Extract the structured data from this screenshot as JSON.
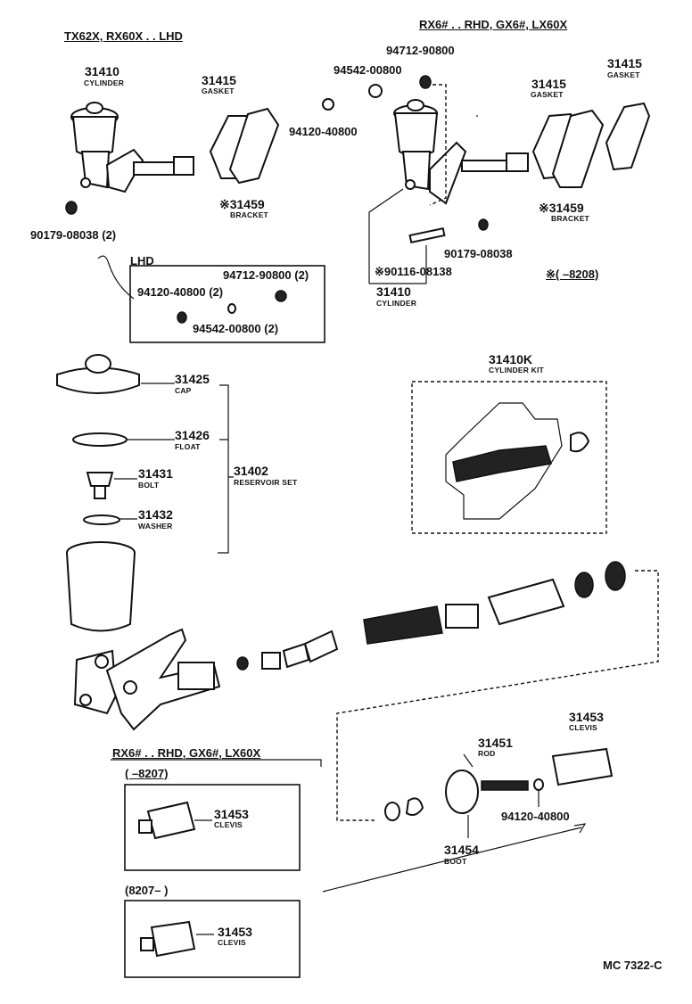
{
  "headers": {
    "top_left": "TX62X, RX60X . . LHD",
    "top_right": "RX6# . . RHD, GX6#, LX60X",
    "lhd": "LHD",
    "bottom_left": "RX6# . . RHD, GX6#, LX60X",
    "range_8207": "(          –8207)",
    "range_8207_from": "(8207–          )",
    "note_8208": "※(          –8208)"
  },
  "parts": {
    "cyl_l_num": "31410",
    "cyl_l_name": "CYLINDER",
    "gasket_l_num": "31415",
    "gasket_l_name": "GASKET",
    "bracket_l_num": "※31459",
    "bracket_l_name": "BRACKET",
    "nut_l": "90179-08038 (2)",
    "p94712": "94712-90800",
    "p94542": "94542-00800",
    "p94120": "94120-40800",
    "gasket_r1_num": "31415",
    "gasket_r1_name": "GASKET",
    "gasket_r2_num": "31415",
    "gasket_r2_name": "GASKET",
    "bracket_r_num": "※31459",
    "bracket_r_name": "BRACKET",
    "nut_r": "90179-08038",
    "stud_r": "※90116-08138",
    "cyl_r_num": "31410",
    "cyl_r_name": "CYLINDER",
    "lhd_94712": "94712-90800  (2)",
    "lhd_94120": "94120-40800  (2)",
    "lhd_94542": "94542-00800  (2)",
    "cap_num": "31425",
    "cap_name": "CAP",
    "float_num": "31426",
    "float_name": "FLOAT",
    "bolt_num": "31431",
    "bolt_name": "BOLT",
    "washer_num": "31432",
    "washer_name": "WASHER",
    "reservoir_num": "31402",
    "reservoir_name": "RESERVOIR SET",
    "kit_num": "31410K",
    "kit_name": "CYLINDER KIT",
    "clevis_r_num": "31453",
    "clevis_r_name": "CLEVIS",
    "rod_num": "31451",
    "rod_name": "ROD",
    "nut_rod": "94120-40800",
    "boot_num": "31454",
    "boot_name": "BOOT",
    "clevis_a_num": "31453",
    "clevis_a_name": "CLEVIS",
    "clevis_b_num": "31453",
    "clevis_b_name": "CLEVIS"
  },
  "footer": {
    "code": "MC 7322-C"
  }
}
